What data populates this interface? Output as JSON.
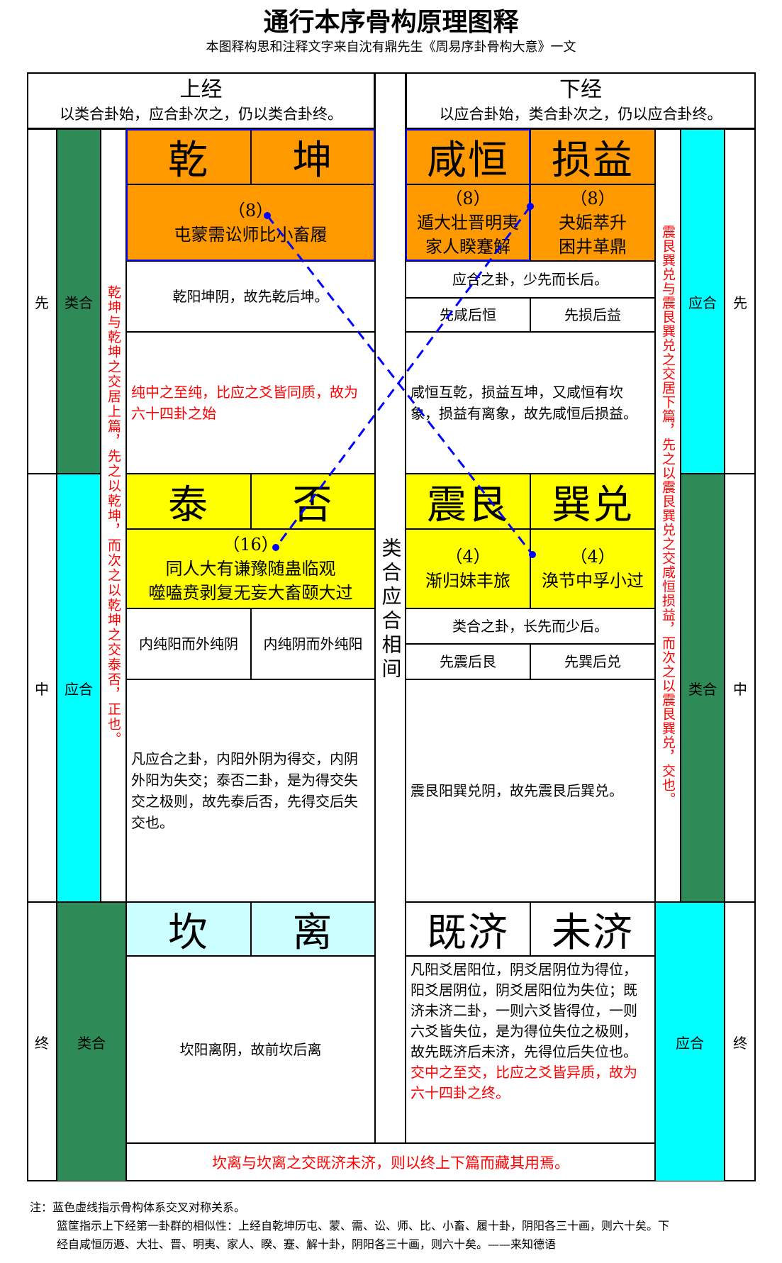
{
  "header": {
    "title": "通行本序骨构原理图释",
    "subtitle": "本图释构思和注释文字来自沈有鼎先生《周易序卦骨构大意》一文"
  },
  "upper": {
    "title": "上经",
    "desc": "以类合卦始，应合卦次之，仍以类合卦终。",
    "side_note": "乾坤与乾坤之交居上篇，先之以乾坤，而次之以乾坤之交泰否，正也。",
    "g1": {
      "h1": "乾",
      "h2": "坤",
      "count": "（8）",
      "list": "屯蒙需讼师比小畜履",
      "note1": "乾阳坤阴，故先乾后坤。",
      "note2": "纯中之至纯，比应之爻皆同质，故为六十四卦之始"
    },
    "g2": {
      "h1": "泰",
      "h2": "否",
      "count": "（16）",
      "list1": "同人大有谦豫随蛊临观",
      "list2": "噬嗑贲剥复无妄大畜颐大过",
      "sub1": "内纯阳而外纯阴",
      "sub2": "内纯阴而外纯阳",
      "note": "凡应合之卦，内阳外阴为得交，内阴外阳为失交；泰否二卦，是为得交失交之极则，故先泰后否，先得交后失交也。"
    },
    "g3": {
      "h1": "坎",
      "h2": "离",
      "note": "坎阳离阴，故前坎后离"
    }
  },
  "lower": {
    "title": "下经",
    "desc": "以应合卦始，类合卦次之，仍以应合卦终。",
    "side_note": "震艮巽兑与震艮巽兑之交居下篇，先之以震艮巽兑之交咸恒损益，而次之以震艮巽兑，交也。",
    "g1": {
      "h1": "咸恒",
      "h2": "损益",
      "count1": "（8）",
      "list1a": "遁大壮晋明夷",
      "list1b": "家人睽蹇解",
      "count2": "（8）",
      "list2a": "夬姤萃升",
      "list2b": "困井革鼎",
      "note1": "应合之卦，少先而长后。",
      "sub1": "先咸后恒",
      "sub2": "先损后益",
      "note2": "咸恒互乾，损益互坤，又咸恒有坎象，损益有离象，故先咸恒后损益。"
    },
    "g2": {
      "h1": "震艮",
      "h2": "巽兑",
      "count1": "（4）",
      "list1": "渐归妹丰旅",
      "count2": "（4）",
      "list2": "涣节中孚小过",
      "note1": "类合之卦，长先而少后。",
      "sub1": "先震后艮",
      "sub2": "先巽后兑",
      "note2": "震艮阳巽兑阴，故先震艮后巽兑。"
    },
    "g3": {
      "h1": "既济",
      "h2": "未济",
      "note_black": "凡阳爻居阳位，阴爻居阴位为得位，阳爻居阴位，阴爻居阳位为失位；既济未济二卦，一则六爻皆得位，一则六爻皆失位，是为得位失位之极则，故先既济后未济，先得位后失位也。",
      "note_red": "交中之至交，比应之爻皆异质，故为六十四卦之终。"
    }
  },
  "middle": {
    "text": "类合应合相间"
  },
  "labels": {
    "xian": "先",
    "zhong": "中",
    "zhong2": "终",
    "leihe": "类合",
    "yinghe": "应合"
  },
  "bottom": "坎离与坎离之交既济未济，则以终上下篇而藏其用焉。",
  "footnote": {
    "line1": "注：蓝色虚线指示骨构体系交叉对称关系。",
    "line2": "篮筐指示上下经第一卦群的相似性：上经自乾坤历屯、蒙、需、讼、师、比、小畜、履十卦，阴阳各三十画，则六十矣。下",
    "line3": "经自咸恒历遯、大壮、晋、明夷、家人、睽、蹇、解十卦，阴阳各三十画，则六十矣。——来知德语"
  },
  "colors": {
    "orange": "#ff9900",
    "yellow": "#ffff00",
    "light_cyan": "#ccffff",
    "cyan": "#00ffff",
    "green": "#2e8b57",
    "blue_line": "#0000ff",
    "red_text": "#ff0000"
  }
}
